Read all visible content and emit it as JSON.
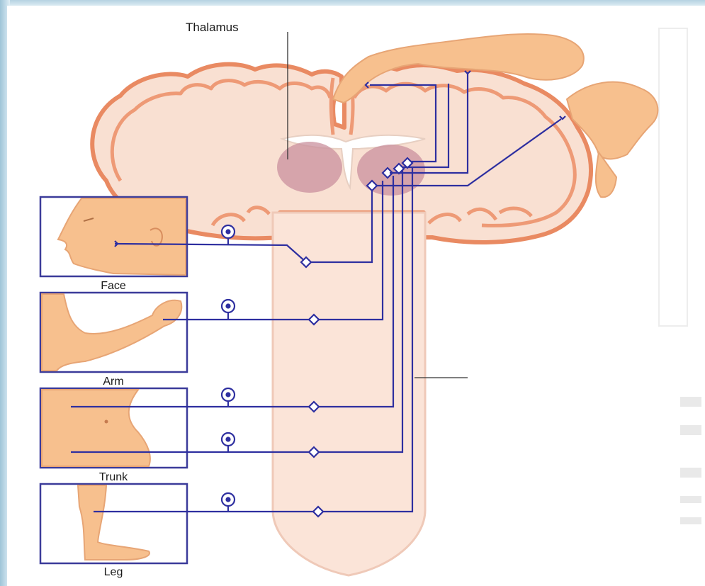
{
  "diagram": {
    "thalamus_label": "Thalamus",
    "panels": [
      {
        "label": "Face"
      },
      {
        "label": "Arm"
      },
      {
        "label": "Trunk"
      },
      {
        "label": "Leg"
      }
    ]
  },
  "colors": {
    "tissue_fill": "#f9ded0",
    "cortex_stroke": "#e98a62",
    "thalamus_fill": "#c9909e",
    "pathway": "#2e2fa0",
    "panel_border": "#3b3b9a",
    "skin": "#f7c08e"
  }
}
